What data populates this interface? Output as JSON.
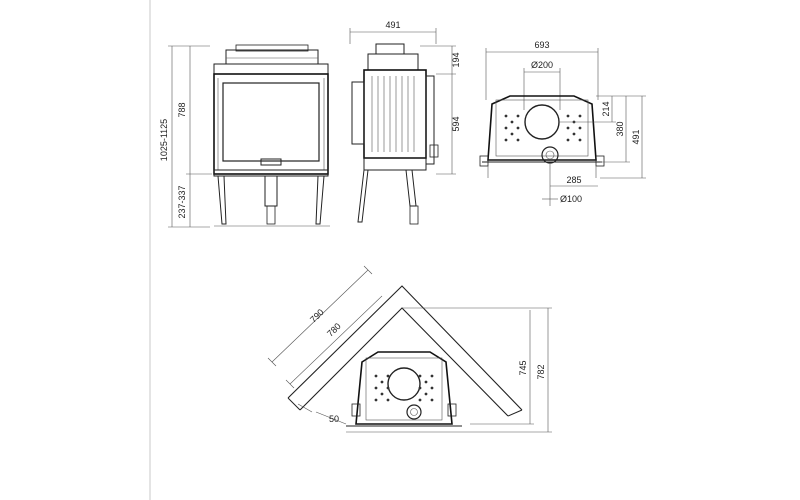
{
  "front_view": {
    "total_height": "1025-1125",
    "body_height": "788",
    "leg_height": "237-337"
  },
  "side_view": {
    "depth": "491",
    "top_offset": "194",
    "outlet_height": "594"
  },
  "top_view": {
    "width": "693",
    "flue_diameter": "Ø200",
    "dim_214": "214",
    "dim_380": "380",
    "depth": "491",
    "air_inlet_offset": "285",
    "air_inlet_diameter": "Ø100"
  },
  "corner_view": {
    "outer_length": "790",
    "inner_length": "780",
    "wall_gap": "50",
    "inner_height": "745",
    "outer_height": "782"
  }
}
